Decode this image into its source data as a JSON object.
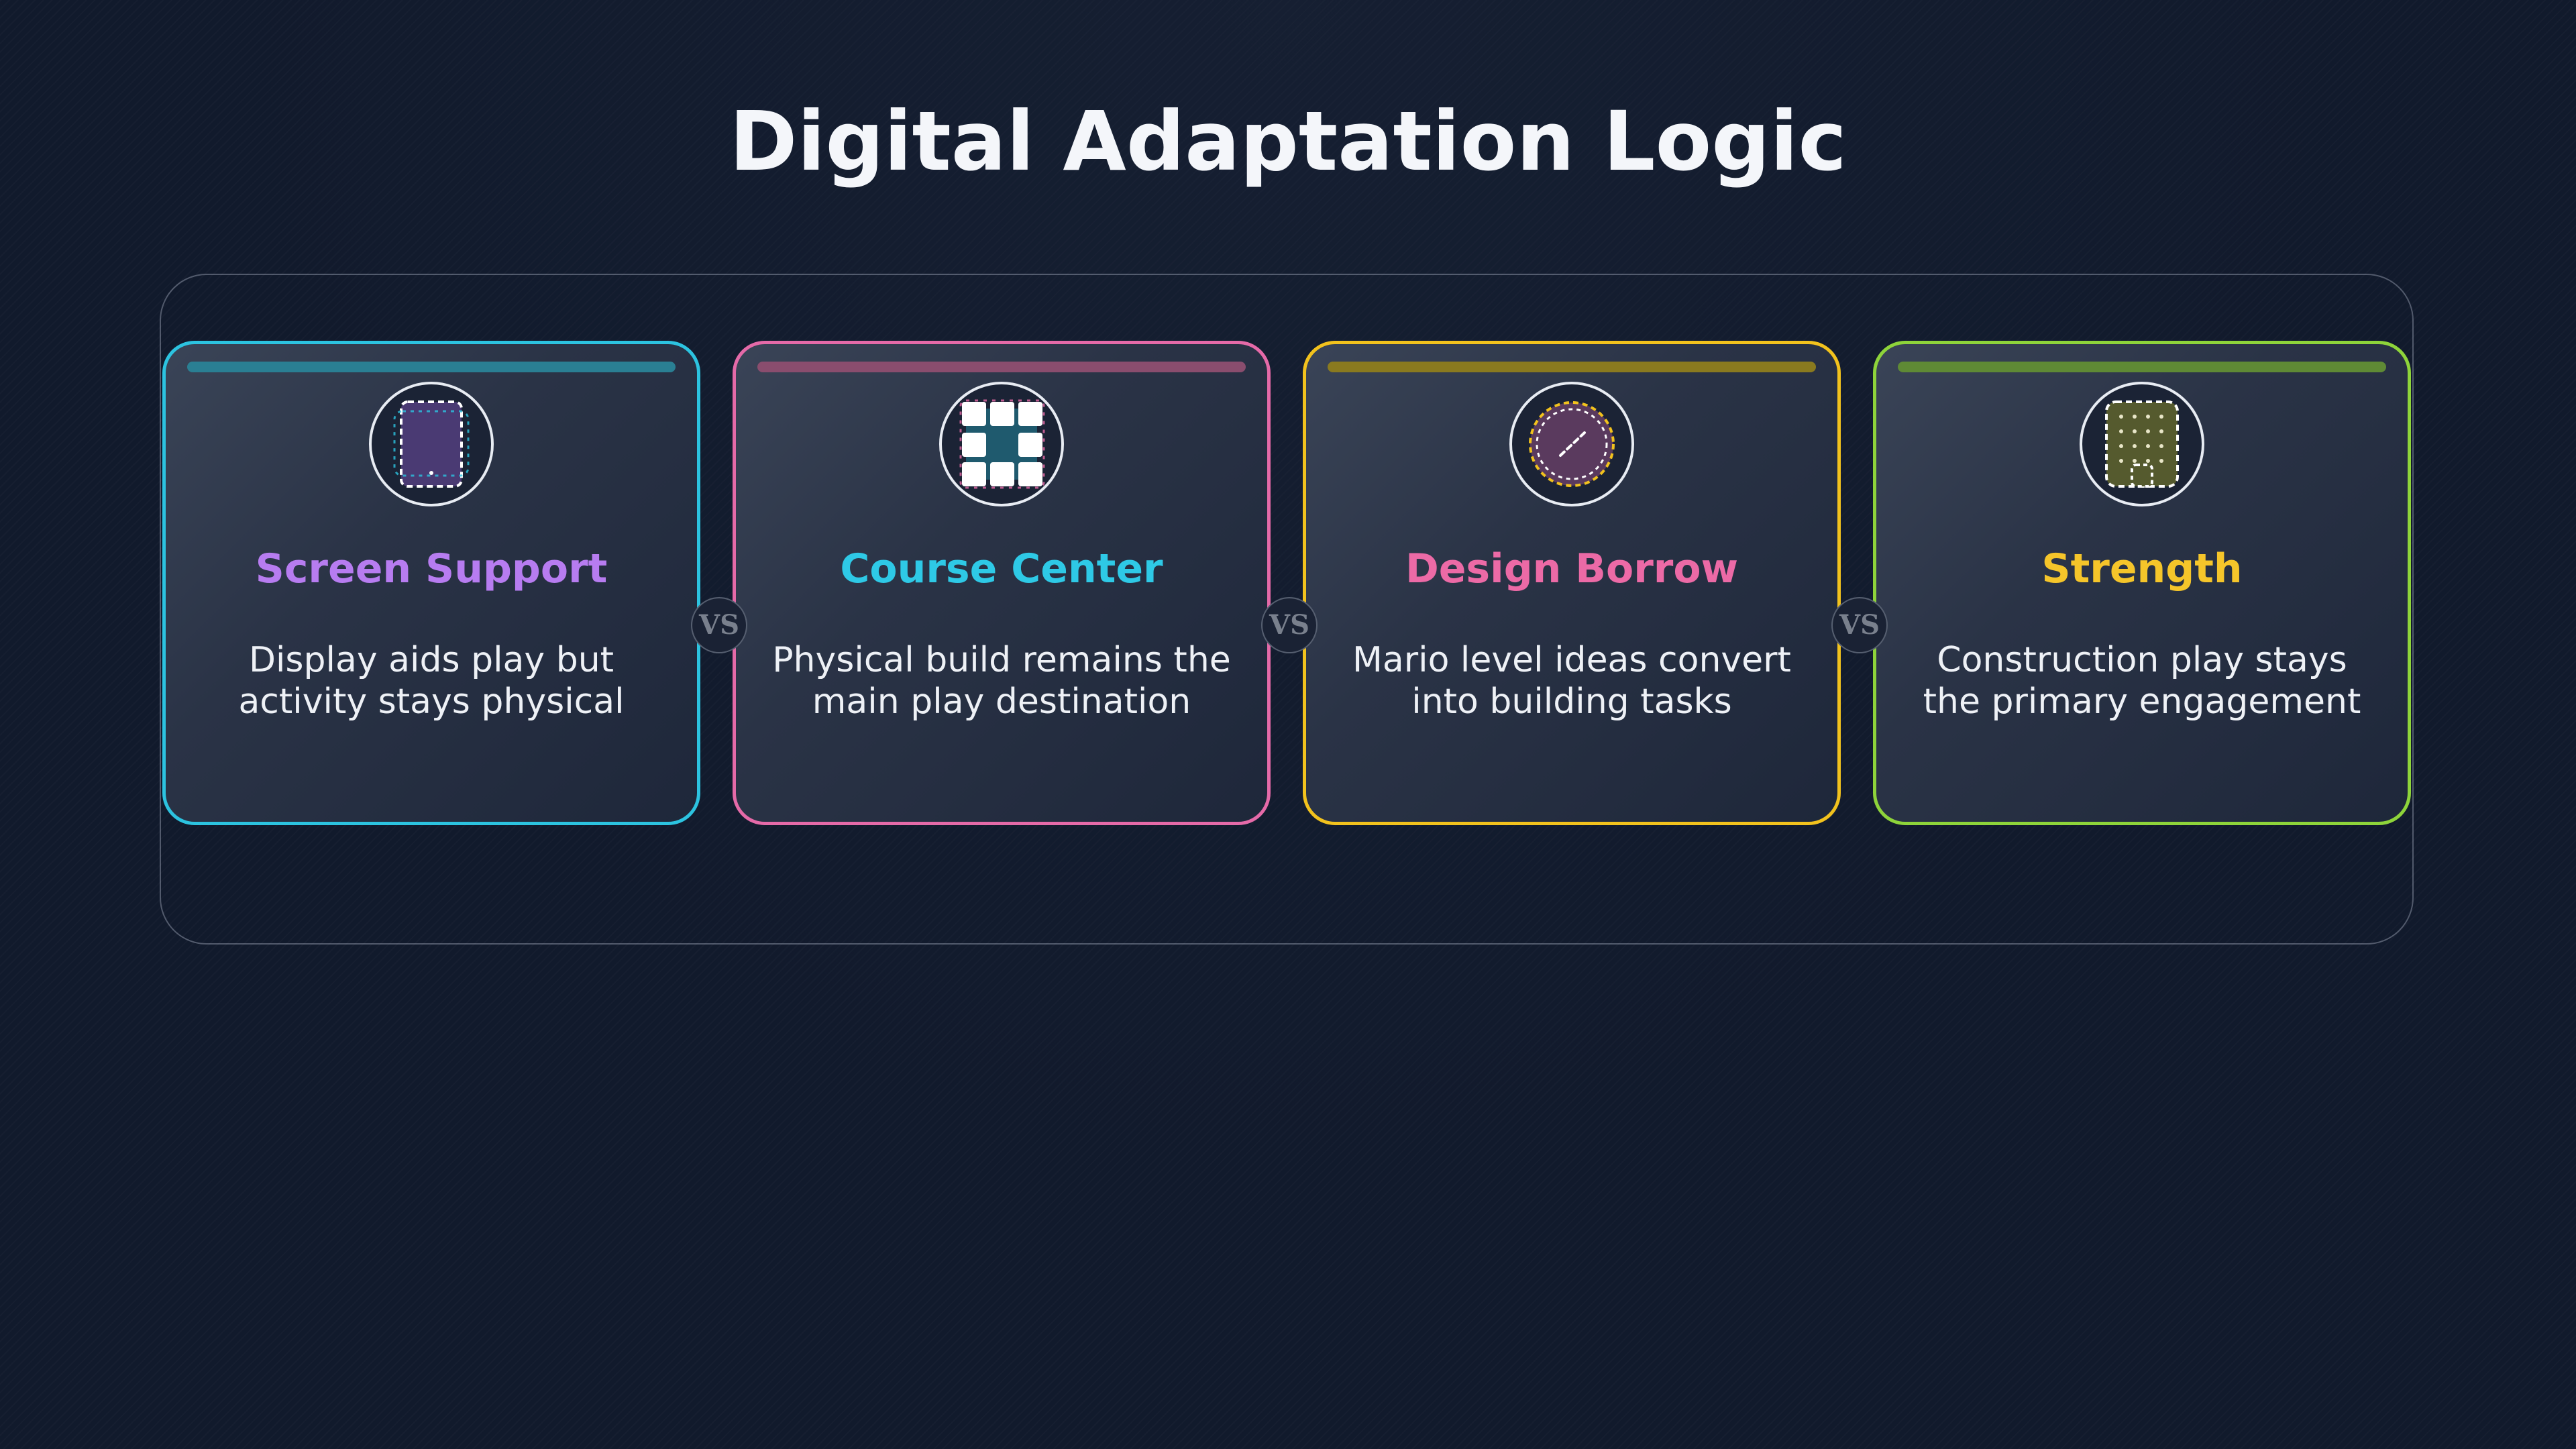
{
  "title": "Digital Adaptation Logic",
  "vs_label": "VS",
  "cards": [
    {
      "title": "Screen Support",
      "description": "Display aids play but activity stays physical",
      "icon": "tablet-icon",
      "border_color": "#2cc3e0",
      "title_color": "#b77cf0",
      "bar_color": "#2a7f93"
    },
    {
      "title": "Course Center",
      "description": "Physical build remains the main play destination",
      "icon": "grid-icon",
      "border_color": "#e56aa8",
      "title_color": "#2ec9e6",
      "bar_color": "#8a4d6e"
    },
    {
      "title": "Design Borrow",
      "description": "Mario level ideas convert into building tasks",
      "icon": "dial-icon",
      "border_color": "#f2c21d",
      "title_color": "#ec6aa6",
      "bar_color": "#8a7a1f"
    },
    {
      "title": "Strength",
      "description": "Construction play stays the primary engagement",
      "icon": "board-icon",
      "border_color": "#8ed43a",
      "title_color": "#f5c52a",
      "bar_color": "#5f8a35"
    }
  ]
}
